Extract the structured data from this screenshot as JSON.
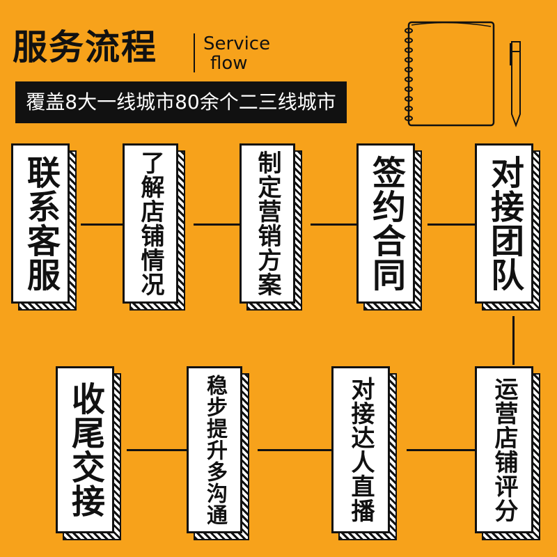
{
  "header": {
    "title": "服务流程",
    "en_line1": "Service",
    "en_line2": "flow",
    "subtitle": "覆盖8大一线城市80余个二三线城市"
  },
  "colors": {
    "background": "#F7A21B",
    "ink": "#111111",
    "card": "#FFFFFF"
  },
  "steps_row1": [
    "联系客服",
    "了解店铺情况",
    "制定营销方案",
    "签约合同",
    "对接团队"
  ],
  "steps_row2": [
    "运营店铺评分",
    "对接达人直播",
    "稳步提升多沟通",
    "收尾交接"
  ]
}
